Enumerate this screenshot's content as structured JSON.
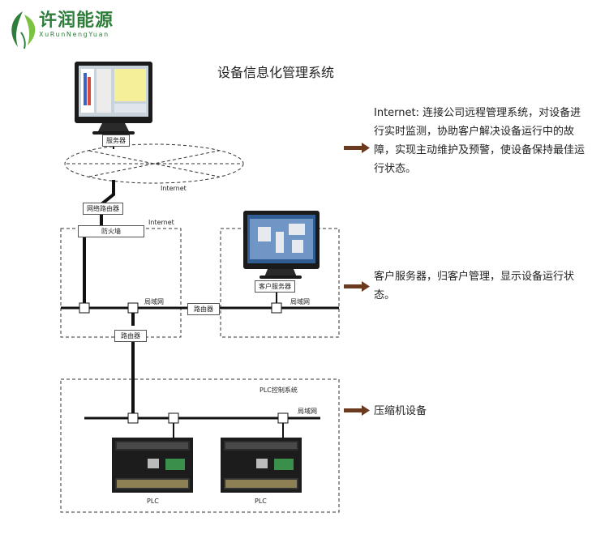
{
  "brand": {
    "name_cn": "许润能源",
    "name_en": "XuRunNengYuan",
    "colors": {
      "leaf_dark": "#2e7d3a",
      "leaf_light": "#7cc242"
    }
  },
  "title": "设备信息化管理系统",
  "notes": {
    "internet": "Internet: 连接公司远程管理系统，对设备进行实时监测，协助客户解决设备运行中的故障，实现主动维护及预警，使设备保持最佳运行状态。",
    "client": "客户服务器，归客户管理，显示设备运行状态。",
    "compressor": "压缩机设备"
  },
  "labels": {
    "server": "服务器",
    "internet_cloud": "Internet",
    "network_router": "网络路由器",
    "internet_zone": "Internet",
    "firewall": "防火墙",
    "lan_left": "局域网",
    "router_middle": "路由器",
    "router_bottom": "路由器",
    "client_server": "客户服务器",
    "lan_right": "局域网",
    "plc_system": "PLC控制系统",
    "lan_plc": "局域网",
    "plc_left": "PLC",
    "plc_right": "PLC"
  },
  "colors": {
    "arrow": "#6b3a1f",
    "line": "#111111",
    "dash": "#333333"
  },
  "icons": [
    "logo-leaf-icon",
    "monitor-icon",
    "plc-device-icon",
    "arrow-right-icon"
  ]
}
